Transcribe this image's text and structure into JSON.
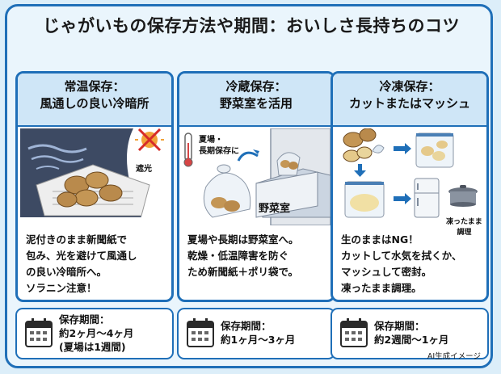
{
  "title": "じゃがいもの保存方法や期間：おいしさ長持ちのコツ",
  "cards": [
    {
      "heading1": "常温保存：",
      "heading2": "風通しの良い冷暗所",
      "badge": "遮光",
      "desc": [
        "泥付きのまま新聞紙で",
        "包み、光を避けて風通し",
        "の良い冷暗所へ。",
        "ソラニン注意！"
      ],
      "period_label": "保存期間：",
      "period_lines": [
        "約2ヶ月〜4ヶ月",
        "(夏場は1週間)"
      ]
    },
    {
      "heading1": "冷蔵保存：",
      "heading2": "野菜室を活用",
      "note": [
        "夏場・",
        "長期保存に"
      ],
      "drawer_label": "野菜室",
      "desc": [
        "夏場や長期は野菜室へ。",
        "乾燥・低温障害を防ぐ",
        "ため新聞紙＋ポリ袋で。"
      ],
      "period_label": "保存期間：",
      "period_lines": [
        "約1ヶ月〜3ヶ月"
      ]
    },
    {
      "heading1": "冷凍保存：",
      "heading2": "カットまたはマッシュ",
      "cook_label": [
        "凍ったまま",
        "調理"
      ],
      "desc": [
        "生のままはNG！",
        "カットして水気を拭くか、",
        "マッシュして密封。",
        "凍ったまま調理。"
      ],
      "period_label": "保存期間：",
      "period_lines": [
        "約2週間〜1ヶ月"
      ]
    }
  ],
  "footer": "AI生成イメージ",
  "colors": {
    "accent": "#1f6fb8",
    "header_bg": "#cfe6f7",
    "page_bg": "#dceef9"
  }
}
